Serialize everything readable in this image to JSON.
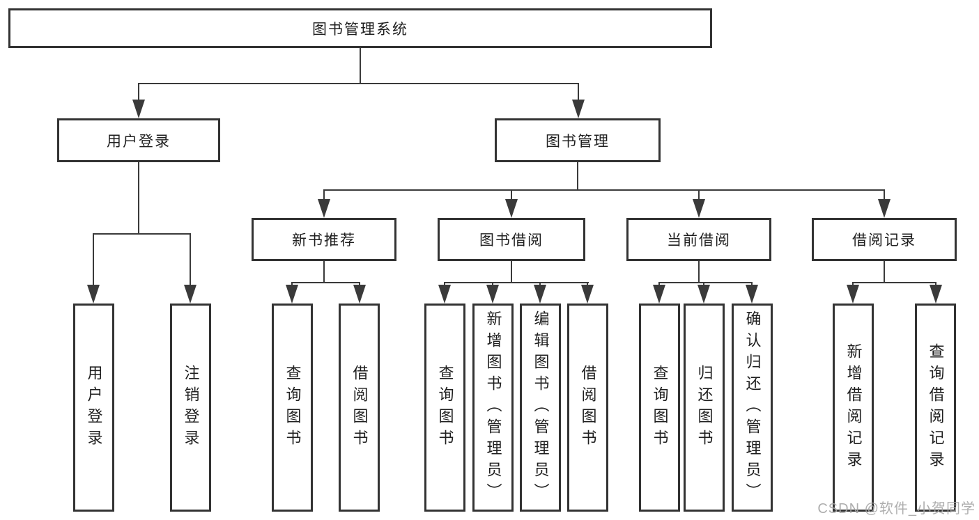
{
  "diagram": {
    "root": {
      "label": "图书管理系统"
    },
    "level2": [
      {
        "label": "用户登录"
      },
      {
        "label": "图书管理"
      }
    ],
    "level3": [
      {
        "label": "新书推荐"
      },
      {
        "label": "图书借阅"
      },
      {
        "label": "当前借阅"
      },
      {
        "label": "借阅记录"
      }
    ],
    "leaves": {
      "user_login": [
        {
          "label": "用户登录"
        },
        {
          "label": "注销登录"
        }
      ],
      "new_book": [
        {
          "label": "查询图书"
        },
        {
          "label": "借阅图书"
        }
      ],
      "book_borrow": [
        {
          "label": "查询图书"
        },
        {
          "label": "新增图书（管理员）"
        },
        {
          "label": "编辑图书（管理员）"
        },
        {
          "label": "借阅图书"
        }
      ],
      "current_borrow": [
        {
          "label": "查询图书"
        },
        {
          "label": "归还图书"
        },
        {
          "label": "确认归还（管理员）"
        }
      ],
      "borrow_record": [
        {
          "label": "新增借阅记录"
        },
        {
          "label": "查询借阅记录"
        }
      ]
    }
  },
  "watermark": {
    "text": "CSDN @软件_小贺同学"
  },
  "colors": {
    "line": "#3a3a3a",
    "box_border": "#333333",
    "background": "#ffffff",
    "text": "#1f1f1f",
    "watermark": "#a6a6a6"
  }
}
